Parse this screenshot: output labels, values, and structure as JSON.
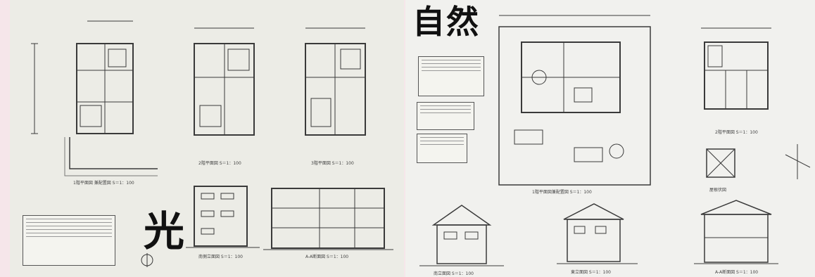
{
  "left_sheet": {
    "theme_character": "光",
    "captions": {
      "floor1": "1階平面図 兼配置図 S＝1：100",
      "floor2": "2階平面図 S＝1：100",
      "floor3": "3階平面図 S＝1：100",
      "elevation": "南側立面図 S＝1：100",
      "section": "A-A断面図 S＝1：100"
    }
  },
  "right_sheet": {
    "theme_title": "自然",
    "captions": {
      "floor1": "1階平面図兼配置図 S＝1：100",
      "floor2": "2階平面図 S＝1：100",
      "roof": "屋根伏図",
      "south_elev": "南立面図 S＝1：100",
      "east_elev": "東立面図 S＝1：100",
      "section": "A-A断面図 S＝1：100"
    }
  },
  "colors": {
    "background": "#f6e6ea",
    "paper_left": "#ecece6",
    "paper_right": "#f1f1ee",
    "ink": "#333333"
  }
}
